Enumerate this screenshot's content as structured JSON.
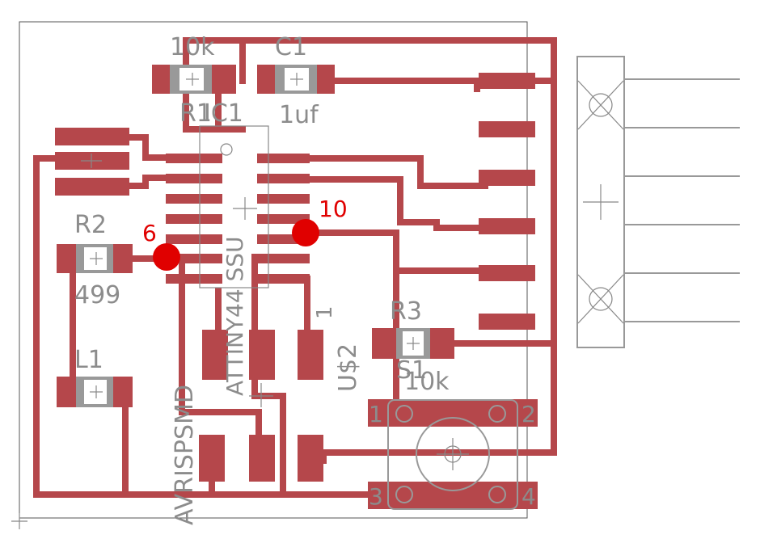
{
  "labels": {
    "r1_value": "10k",
    "c1_name": "C1",
    "r1_name": "R1",
    "ic1_name": "IC1",
    "c1_value": "1uf",
    "r2_name": "R2",
    "r2_value": "499",
    "l1_name": "L1",
    "r3_name": "R3",
    "r3_value": "10k",
    "s1_name": "S1",
    "u2_name": "U$2",
    "ic1_value": "ATTINY44 SSU",
    "avr_name": "AVRISPSMD",
    "pin1_mark": "1",
    "sw_pin1": "1",
    "sw_pin2": "2",
    "sw_pin3": "3",
    "sw_pin4": "4"
  },
  "markers": {
    "pin6": "6",
    "pin10": "10"
  },
  "colors": {
    "copper": "#b5474b",
    "silkscreen": "#999999",
    "marker": "#e00000",
    "background": "#ffffff"
  }
}
